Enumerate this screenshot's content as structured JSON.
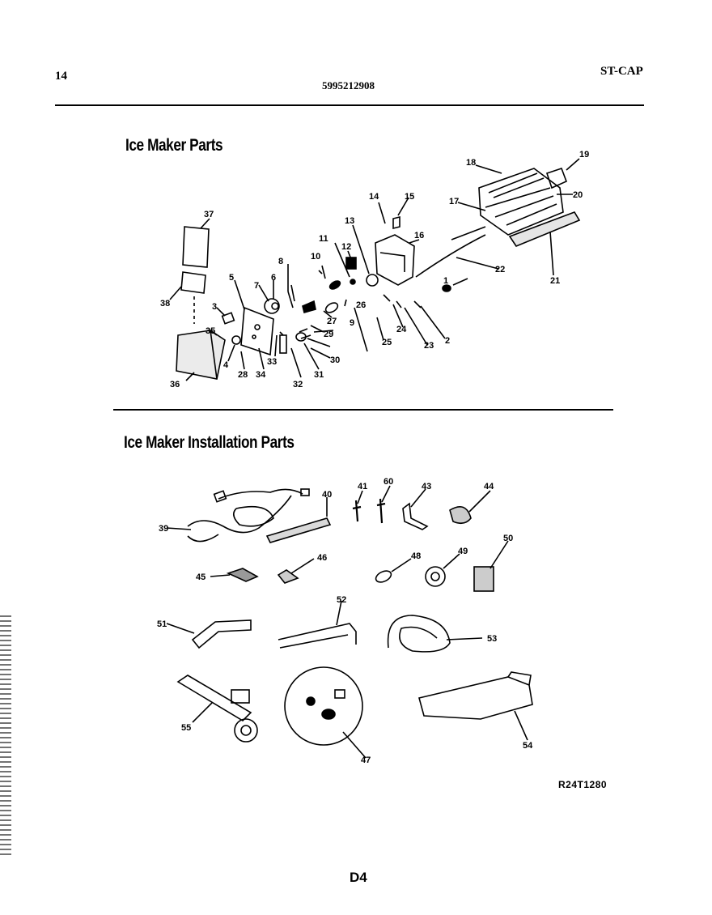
{
  "header": {
    "page_number": "14",
    "doc_number": "5995212908",
    "model": "ST-CAP"
  },
  "sections": {
    "ice_maker_parts_title": "Ice Maker Parts",
    "installation_parts_title": "Ice Maker Installation Parts"
  },
  "ice_maker_callouts": [
    "1",
    "2",
    "3",
    "4",
    "5",
    "6",
    "7",
    "8",
    "9",
    "10",
    "11",
    "12",
    "13",
    "14",
    "15",
    "16",
    "17",
    "18",
    "19",
    "20",
    "21",
    "22",
    "23",
    "24",
    "25",
    "26",
    "27",
    "28",
    "29",
    "30",
    "31",
    "32",
    "33",
    "34",
    "35",
    "36",
    "37",
    "38"
  ],
  "installation_callouts": [
    "39",
    "40",
    "41",
    "43",
    "44",
    "45",
    "46",
    "47",
    "48",
    "49",
    "50",
    "51",
    "52",
    "53",
    "54",
    "55",
    "60"
  ],
  "footer": {
    "diagram_code": "R24T1280",
    "page_label": "D4"
  }
}
